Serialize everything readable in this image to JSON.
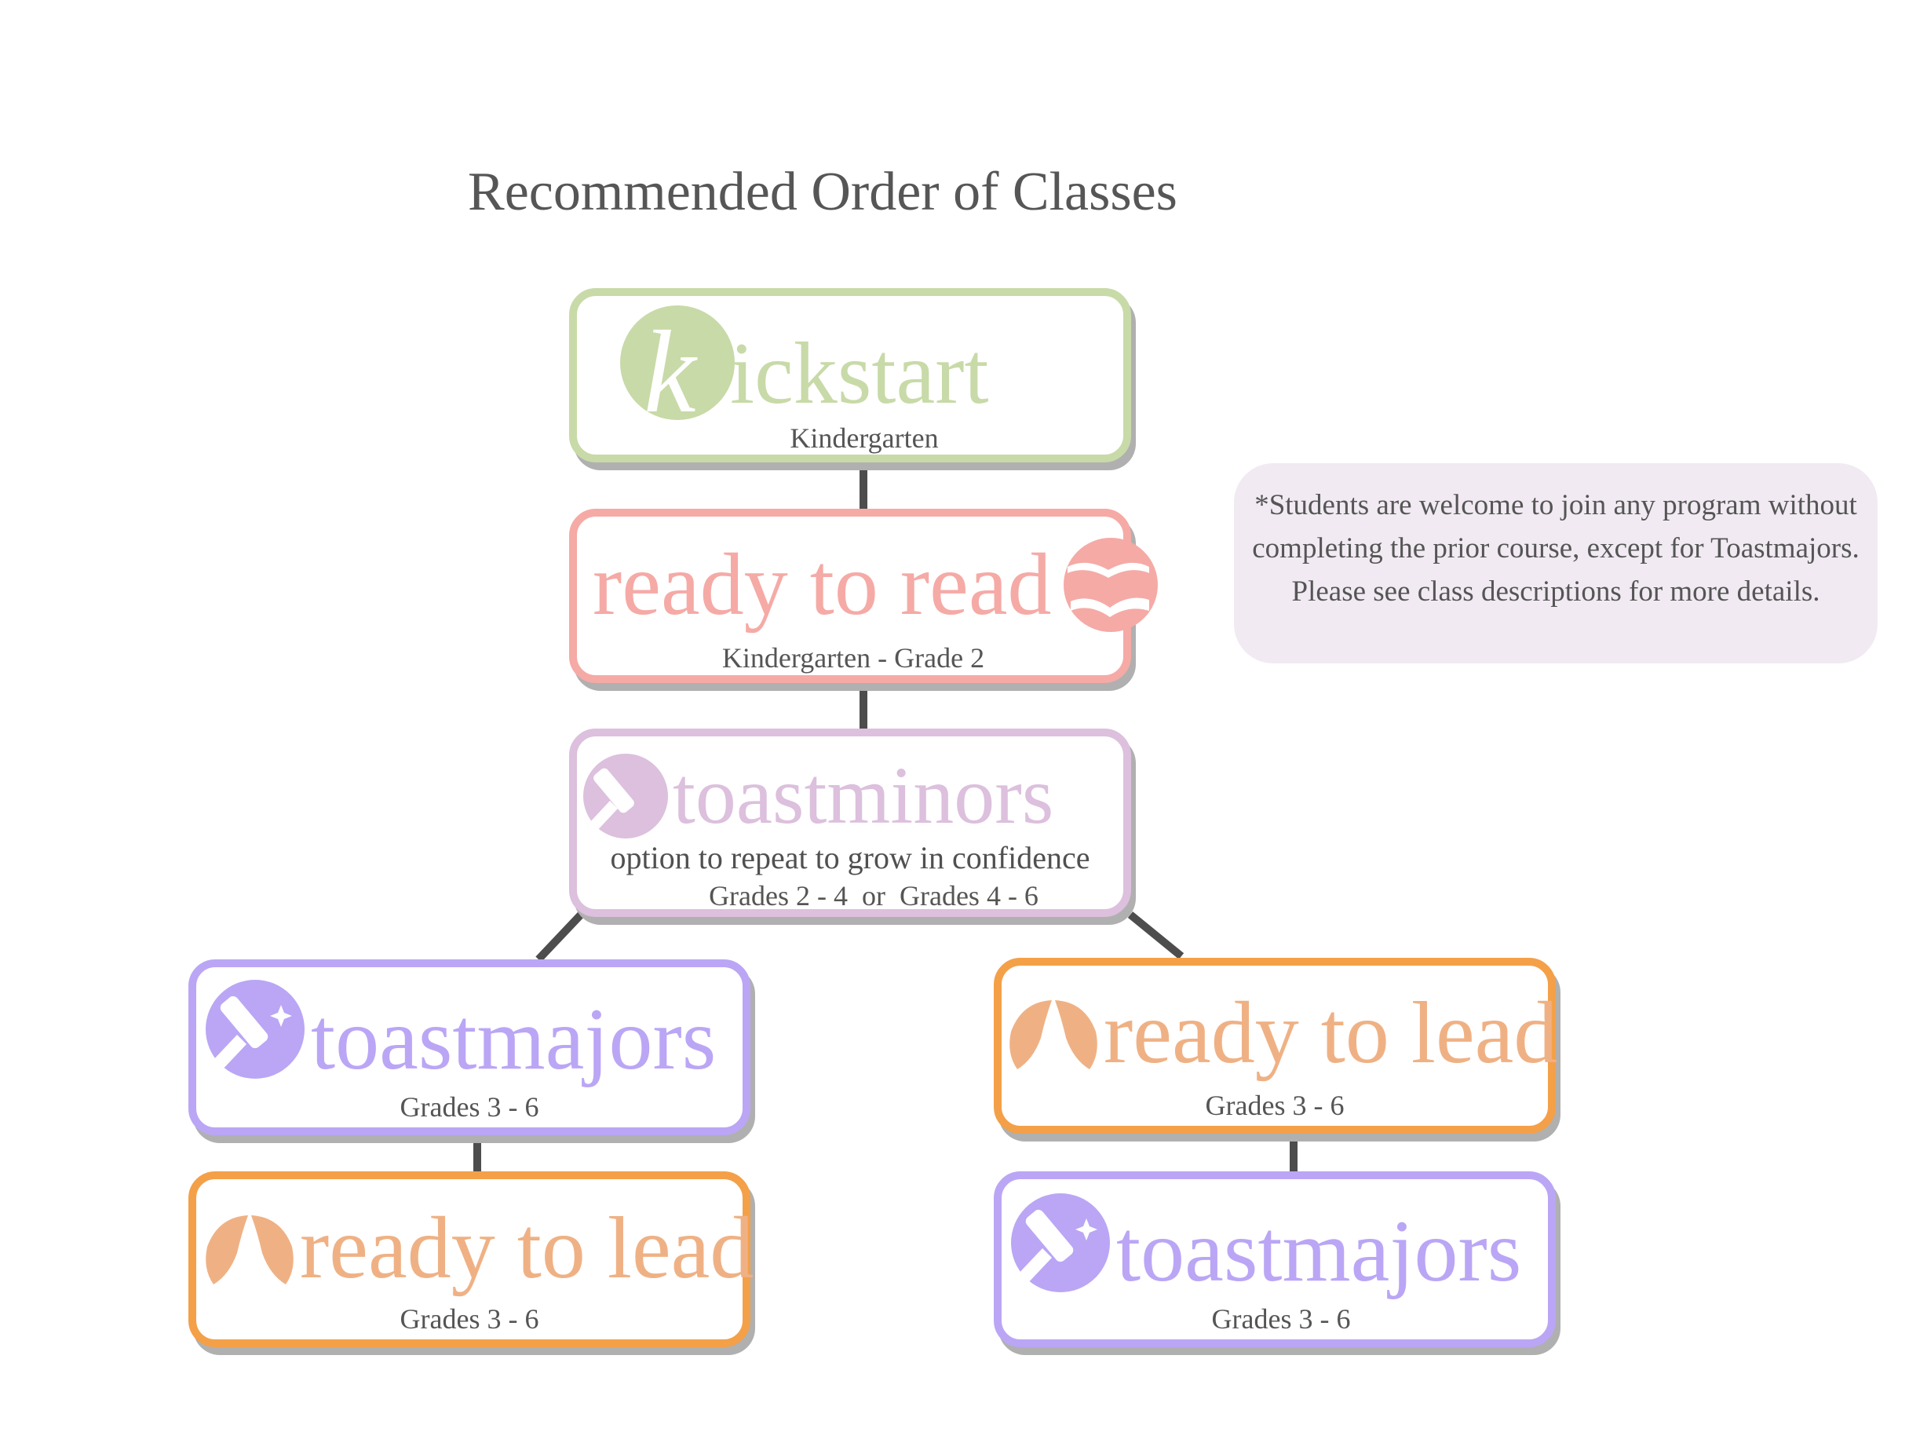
{
  "title": "Recommended Order of Classes",
  "colors": {
    "kickstart": "#c8daa8",
    "ready_to_read": "#f5aaa6",
    "toastminors": "#dcc0dd",
    "toastmajors": "#baa6f5",
    "ready_to_lead_logo": "#efb184",
    "ready_to_lead_border": "#f4a048",
    "note_background": "#f1eaf2"
  },
  "classes": {
    "kickstart": {
      "logo": "ickstart",
      "logo_initial": "k",
      "grades": "Kindergarten"
    },
    "ready_to_read": {
      "logo": "ready to read",
      "grades": "Kindergarten - Grade 2"
    },
    "toastminors": {
      "logo": "toastminors",
      "note": "option to repeat to grow in confidence",
      "grades": "Grades 2 - 4  or  Grades 4 - 6"
    },
    "left_first": {
      "logo": "toastmajors",
      "grades": "Grades 3 - 6"
    },
    "left_second": {
      "logo": "ready to lead",
      "grades": "Grades 3 - 6"
    },
    "right_first": {
      "logo": "ready to lead",
      "grades": "Grades 3 - 6"
    },
    "right_second": {
      "logo": "toastmajors",
      "grades": "Grades 3 - 6"
    }
  },
  "note": "*Students are welcome to join any program without completing the prior course, except for Toastmajors. Please see class descriptions for more details."
}
